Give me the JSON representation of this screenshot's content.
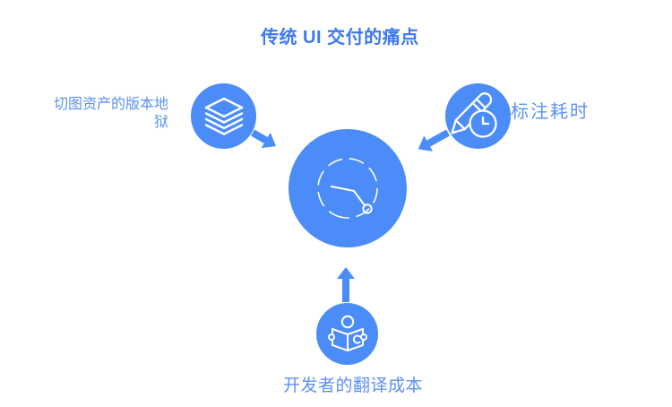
{
  "title": {
    "text": "传统 UI 交付的痛点"
  },
  "colors": {
    "primary": "#4c8cf8",
    "title_text": "#3c79f2",
    "label_text": "#5b91f5",
    "icon_stroke": "#ffffff",
    "background": "#ffffff"
  },
  "diagram": {
    "center_node": {
      "icon": "dashed-clock-path-icon"
    },
    "nodes": [
      {
        "id": "top-left",
        "label": "切图资产的版本地狱",
        "label_lines": [
          "切图资产的版本地",
          "狱"
        ],
        "icon": "layers-icon"
      },
      {
        "id": "top-right",
        "label": "标注耗时",
        "icon": "pencil-clock-icon"
      },
      {
        "id": "bottom",
        "label": "开发者的翻译成本",
        "icon": "reader-book-icon"
      }
    ],
    "arrows": [
      "arrow-top-left-to-center",
      "arrow-top-right-to-center",
      "arrow-bottom-to-center"
    ]
  }
}
